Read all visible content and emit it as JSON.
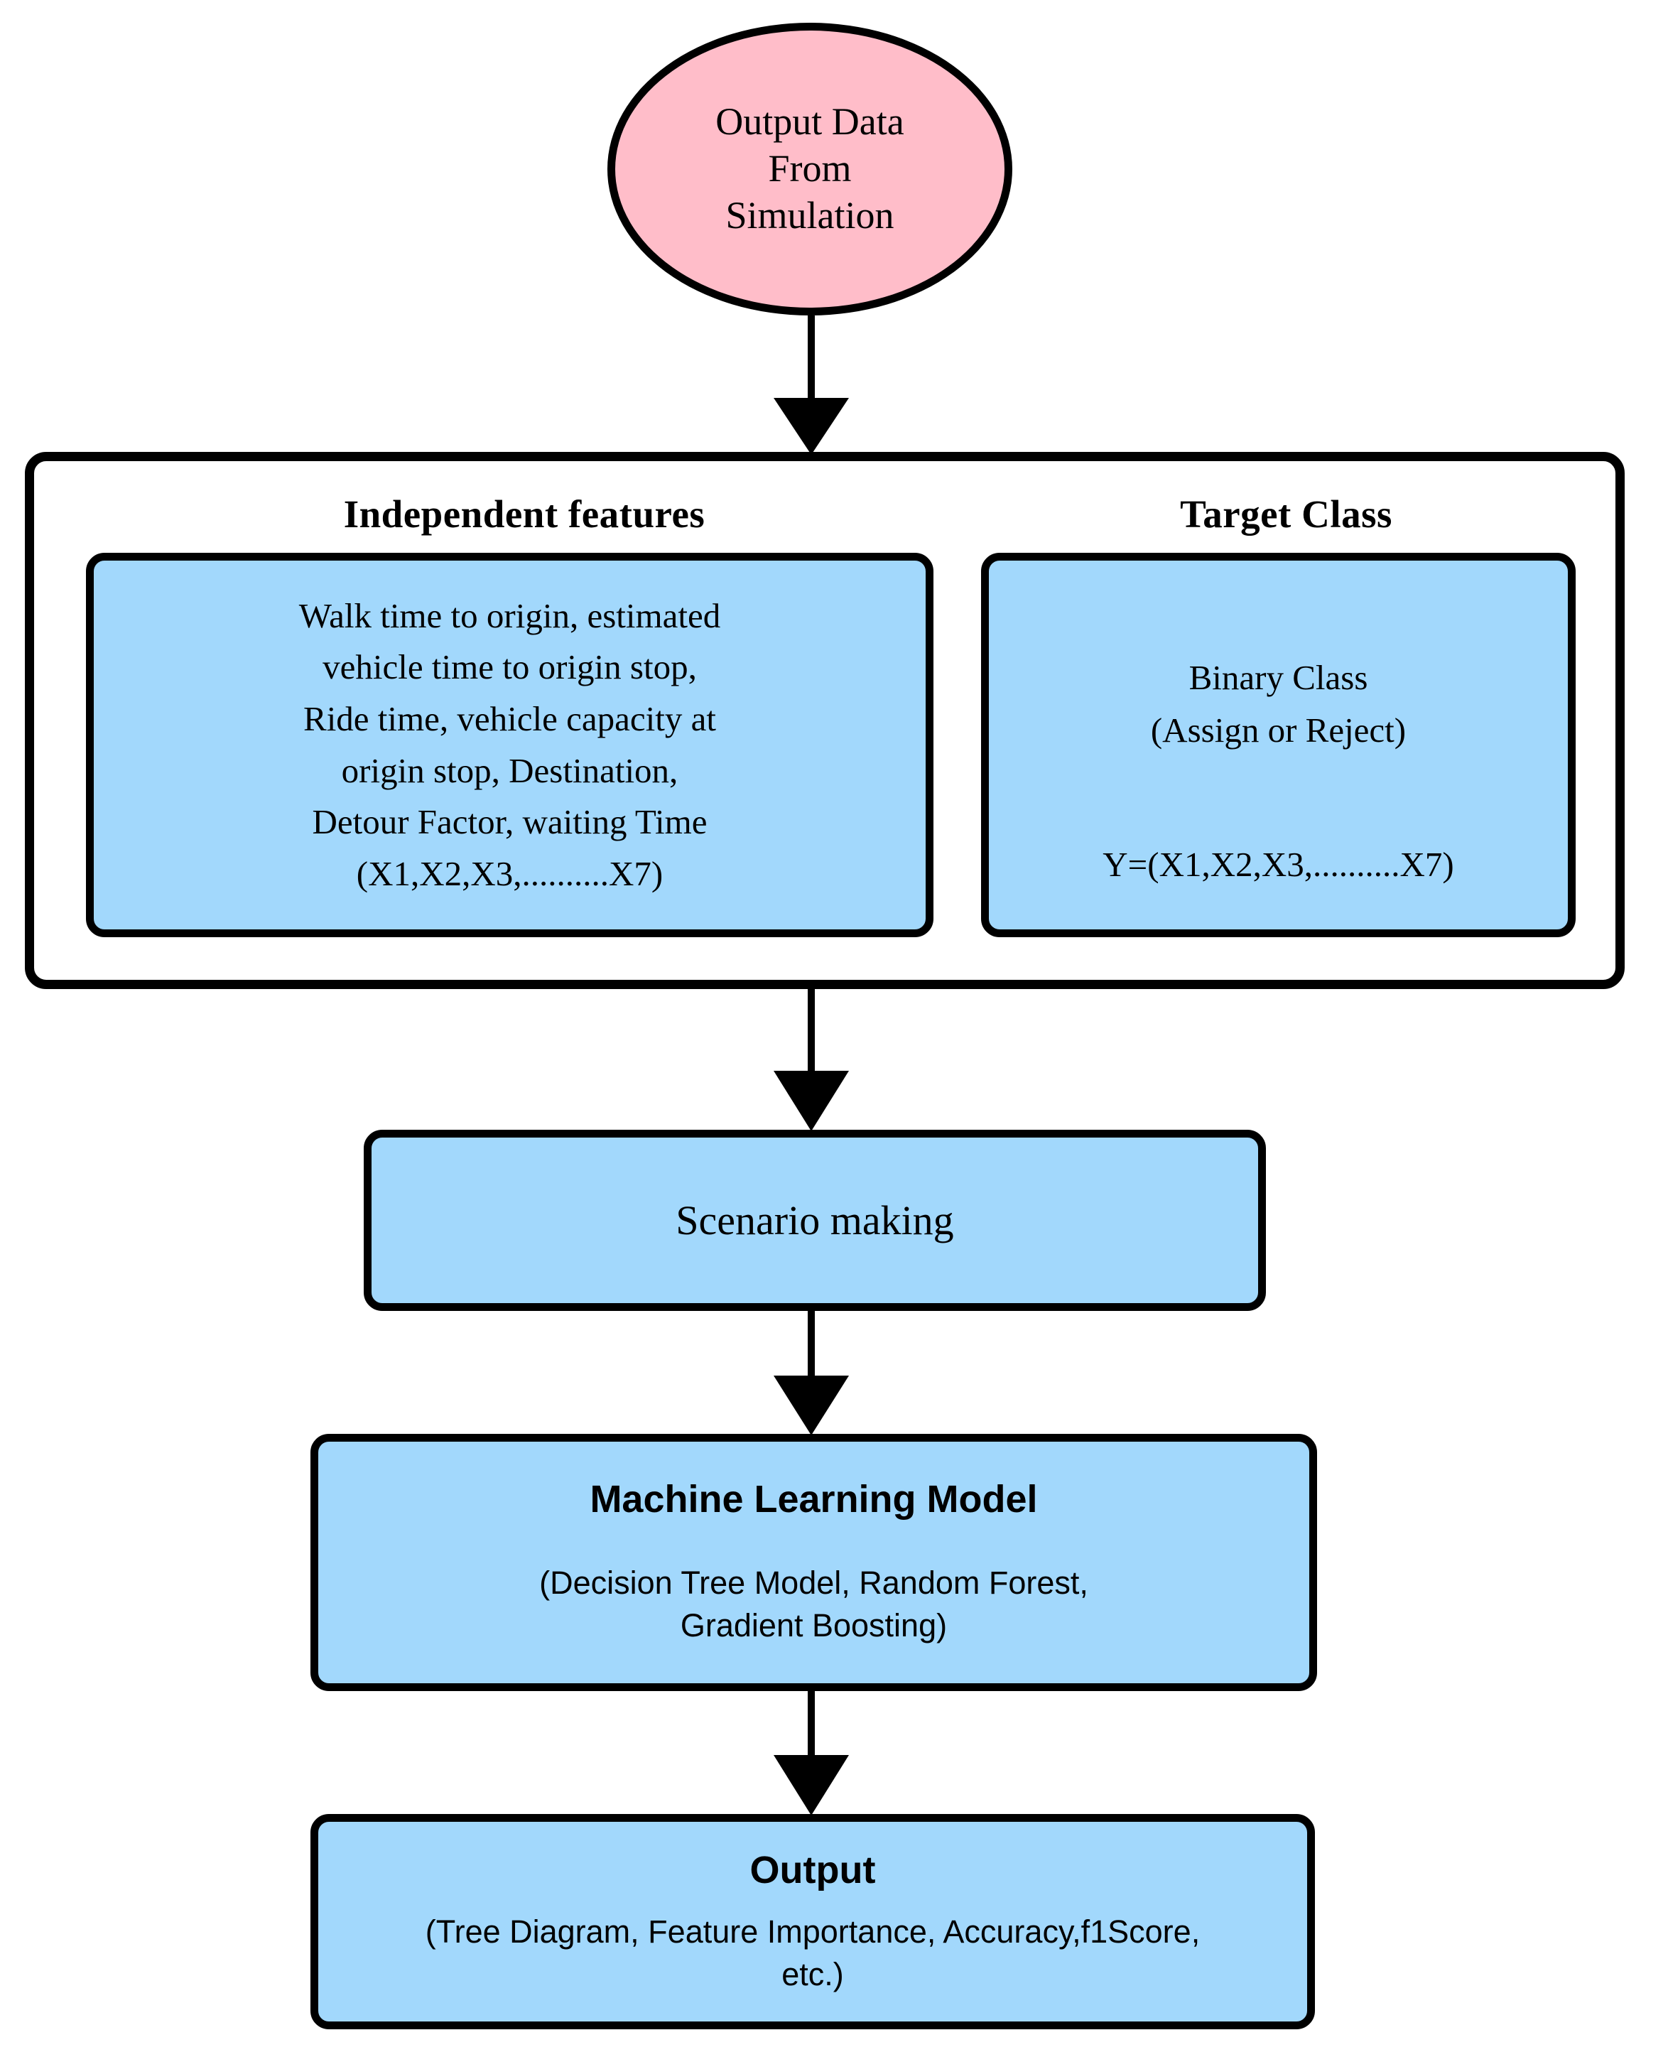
{
  "diagram": {
    "title": "Machine learning pipeline flowchart",
    "colors": {
      "node_fill_blue": "#a2d8fc",
      "start_fill_pink": "#ffbdc9",
      "container_fill": "#ffffff",
      "stroke": "#000000"
    },
    "start": {
      "label": "Output Data\nFrom\nSimulation"
    },
    "features_container": {
      "independent": {
        "heading": "Independent features",
        "body": "Walk time to origin, estimated\nvehicle time to origin stop,\nRide time, vehicle capacity at\norigin stop, Destination,\nDetour Factor, waiting Time\n(X1,X2,X3,..........X7)"
      },
      "target": {
        "heading": "Target Class",
        "body_top": "Binary Class\n(Assign or Reject)",
        "body_bottom": "Y=(X1,X2,X3,..........X7)"
      }
    },
    "scenario": {
      "label": "Scenario making"
    },
    "ml_model": {
      "title": "Machine Learning Model",
      "subtitle": "(Decision Tree Model, Random Forest,\nGradient Boosting)"
    },
    "output": {
      "title": "Output",
      "subtitle": "(Tree Diagram, Feature Importance, Accuracy,f1Score,\netc.)"
    },
    "arrows": [
      {
        "name": "arrow-start-to-features"
      },
      {
        "name": "arrow-features-to-scenario"
      },
      {
        "name": "arrow-scenario-to-ml"
      },
      {
        "name": "arrow-ml-to-output"
      }
    ]
  }
}
